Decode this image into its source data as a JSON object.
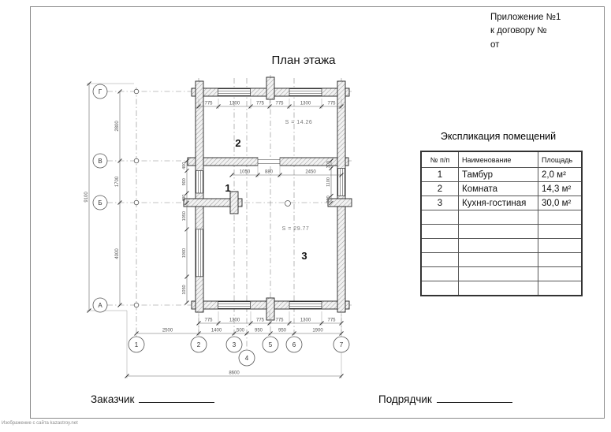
{
  "page": {
    "appendix": [
      "Приложение №1",
      "к договору №",
      "от"
    ],
    "title": "План этажа",
    "signatures": {
      "customer": "Заказчик",
      "contractor": "Подрядчик"
    },
    "watermark": "Изображение с сайта kazastroy.net"
  },
  "plan": {
    "rooms": [
      {
        "number": "1"
      },
      {
        "number": "2"
      },
      {
        "number": "3"
      }
    ],
    "annotations": {
      "room2_area": "S = 14.26",
      "room3_area": "S = 29.77"
    },
    "axes": {
      "rows": [
        "Г",
        "В",
        "Б",
        "А"
      ],
      "cols": [
        "1",
        "2",
        "3",
        "4",
        "5",
        "6",
        "7"
      ]
    },
    "dims": {
      "top": [
        "775",
        "1300",
        "775",
        "775",
        "1300",
        "775"
      ],
      "interior": [
        "1050",
        "880",
        "2450"
      ],
      "left_inner": [
        "400",
        "900",
        "400",
        "1050",
        "1900",
        "1050"
      ],
      "left_outer": [
        "2800",
        "1700",
        "4000"
      ],
      "right_inner": [
        "300",
        "1100",
        "300"
      ],
      "bottom_windows": [
        "775",
        "1300",
        "775",
        "775",
        "1300",
        "775"
      ],
      "bottom_axes": [
        "2500",
        "1400",
        "500",
        "950",
        "950",
        "1900"
      ],
      "overall_width": "8600",
      "overall_height": "9100"
    }
  },
  "table": {
    "title": "Экспликация помещений",
    "headers": [
      "№ п/п",
      "Наименование",
      "Площадь"
    ],
    "rows": [
      [
        "1",
        "Тамбур",
        "2,0 м²"
      ],
      [
        "2",
        "Комната",
        "14,3 м²"
      ],
      [
        "3",
        "Кухня-гостиная",
        "30,0 м²"
      ]
    ]
  }
}
